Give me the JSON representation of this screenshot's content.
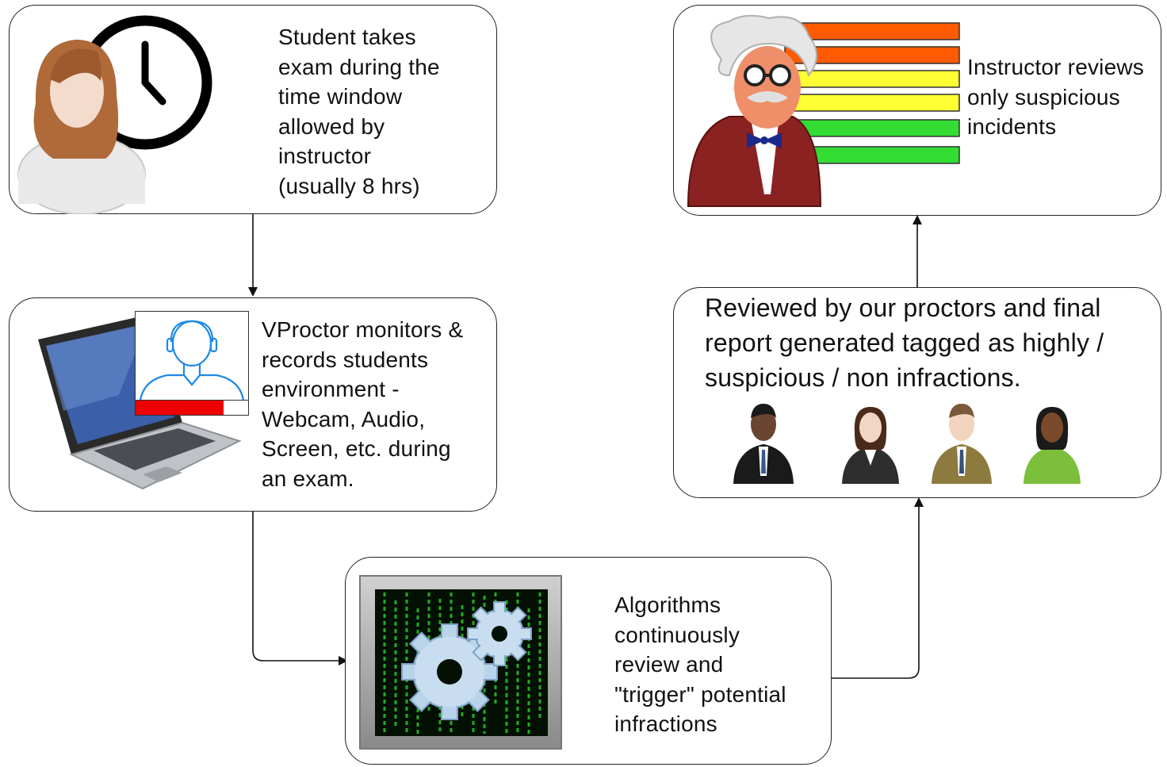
{
  "steps": {
    "student": {
      "text": "Student takes\nexam during the\ntime window\nallowed by\ninstructor\n(usually 8 hrs)",
      "icons": [
        "student-icon",
        "clock-icon"
      ]
    },
    "monitor": {
      "text": "VProctor monitors &\nrecords students\nenvironment -\nWebcam, Audio,\nScreen, etc. during\nan exam.",
      "icons": [
        "laptop-icon",
        "webcam-user-icon"
      ],
      "recording_level": 0.78
    },
    "algorithms": {
      "text": "Algorithms\ncontinuously\nreview and\n\"trigger\" potential\ninfractions",
      "icons": [
        "gears-icon",
        "code-matrix-icon"
      ]
    },
    "review": {
      "text": "Reviewed by our proctors and final\nreport generated tagged as highly /\nsuspicious / non infractions.",
      "icons": [
        "proctor-icon",
        "proctor-icon",
        "proctor-icon",
        "proctor-icon"
      ]
    },
    "instructor": {
      "text": "Instructor reviews\nonly suspicious\nincidents",
      "icons": [
        "instructor-icon",
        "severity-bars-icon"
      ]
    }
  },
  "colors": {
    "severity": [
      "#ff5a00",
      "#ff5a00",
      "#ffff33",
      "#ffff33",
      "#33dd33",
      "#33dd33"
    ],
    "record_bar": "#ee0000",
    "webcam_outline": "#1e88e5",
    "matrix": "#22aa22",
    "border": "#222222"
  }
}
